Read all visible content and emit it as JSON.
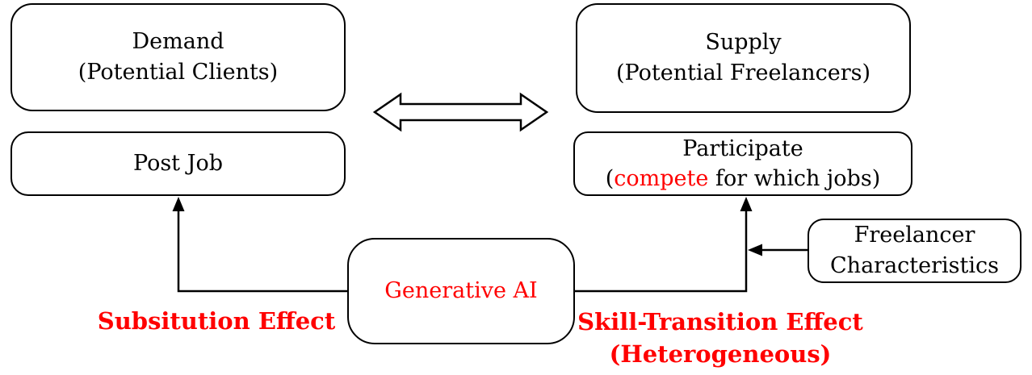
{
  "diagram": {
    "boxes": {
      "demand": {
        "line1": "Demand",
        "line2": "(Potential Clients)"
      },
      "supply": {
        "line1": "Supply",
        "line2": "(Potential Freelancers)"
      },
      "post_job": {
        "label": "Post Job"
      },
      "participate": {
        "line1": "Participate",
        "line2_prefix": "(",
        "line2_highlight": "compete",
        "line2_suffix": " for which jobs)"
      },
      "freelancer_characteristics": {
        "line1": "Freelancer",
        "line2": "Characteristics"
      },
      "generative_ai": {
        "label": "Generative AI"
      }
    },
    "edge_labels": {
      "substitution_effect": "Subsitution Effect",
      "skill_transition_line1": "Skill-Transition Effect",
      "skill_transition_line2": "(Heterogeneous)"
    }
  },
  "colors": {
    "accent_red": "#FF0000",
    "line_black": "#000000",
    "box_fill": "#FFFFFF"
  }
}
